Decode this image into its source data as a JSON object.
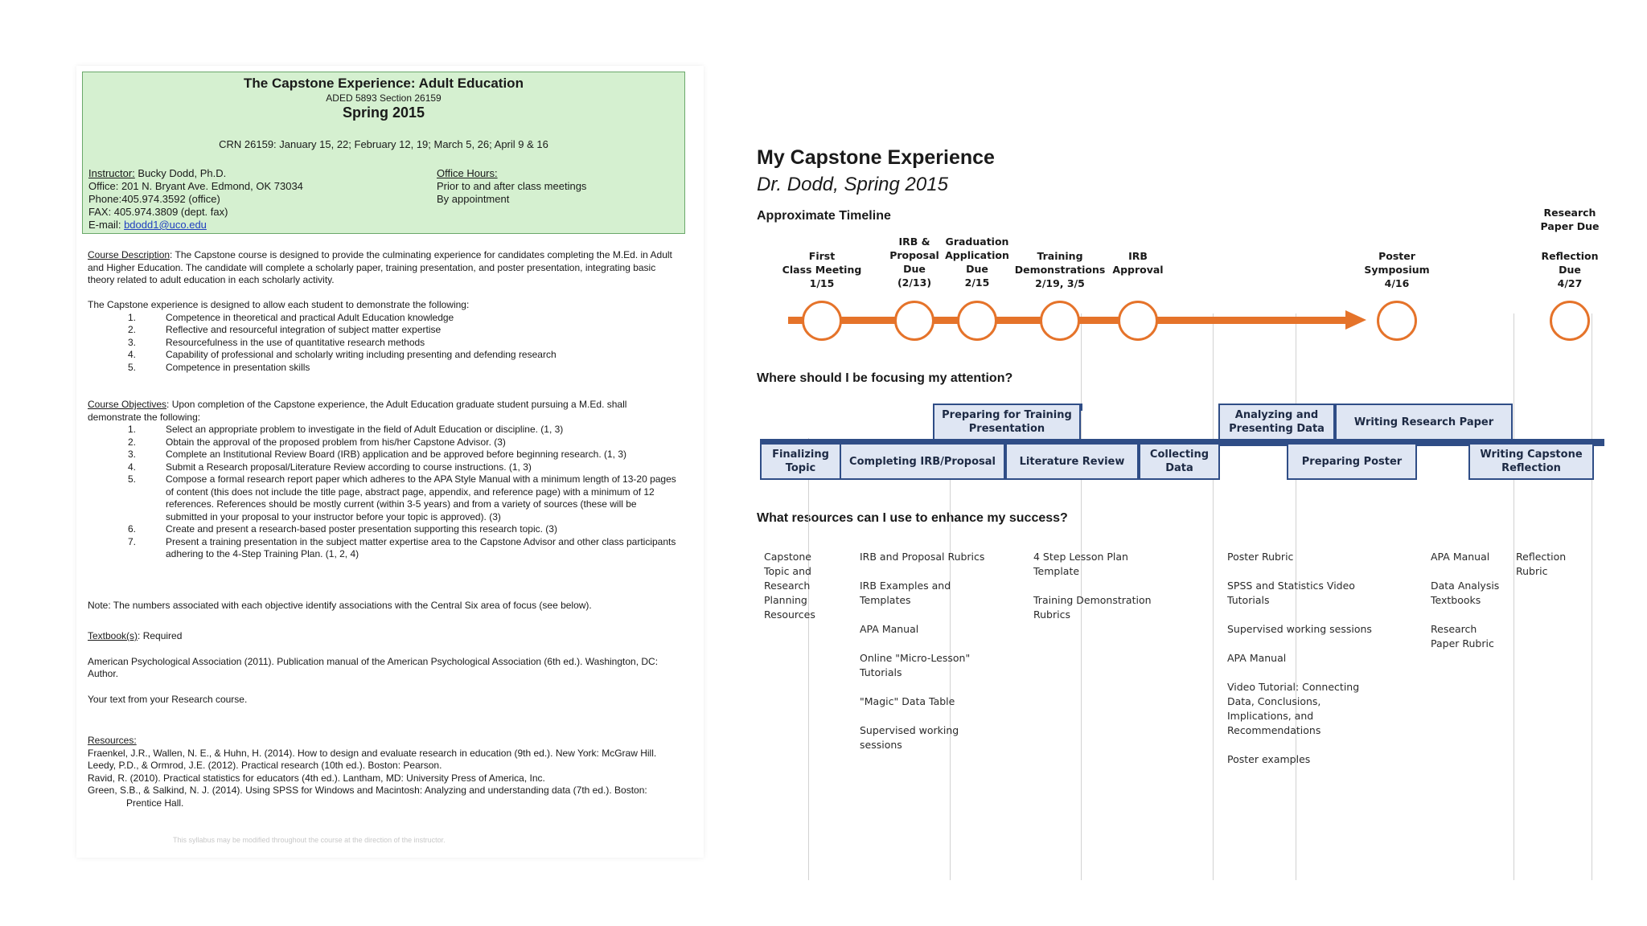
{
  "syllabus": {
    "title": "The Capstone Experience: Adult Education",
    "code": "ADED 5893     Section 26159",
    "term": "Spring  2015",
    "crn_line": "CRN 26159: January 15, 22; February 12, 19; March 5, 26; April 9 & 16",
    "instructor_label": "Instructor:",
    "instructor_name": " Bucky Dodd, Ph.D.",
    "office": "Office:  201 N. Bryant Ave. Edmond, OK 73034",
    "phone": "Phone:405.974.3592 (office)",
    "fax": "FAX:   405.974.3809 (dept. fax)",
    "email_label": "E-mail: ",
    "email": "bdodd1@uco.edu",
    "hours_label": "Office Hours:",
    "hours_1": "Prior to and after class meetings",
    "hours_2": "By appointment",
    "desc_label": "Course Description",
    "desc_text": ": The Capstone course is designed to provide the culminating experience for candidates completing the M.Ed. in Adult and Higher Education.  The candidate will complete a scholarly paper, training presentation, and poster presentation, integrating basic theory related to adult education in each scholarly activity.",
    "exp_intro": "The Capstone experience is designed to allow each student to demonstrate the following:",
    "exp_items": [
      {
        "n": "1.",
        "t": "Competence in theoretical and practical Adult Education knowledge"
      },
      {
        "n": "2.",
        "t": "Reflective and resourceful integration of subject matter expertise"
      },
      {
        "n": "3.",
        "t": "Resourcefulness in the use of quantitative research methods"
      },
      {
        "n": "4.",
        "t": "Capability of professional and scholarly writing including presenting and defending research"
      },
      {
        "n": "5.",
        "t": "Competence in presentation skills"
      }
    ],
    "obj_label": "Course Objectives",
    "obj_text": ": Upon completion of the Capstone experience, the Adult Education graduate student pursuing a M.Ed. shall demonstrate the following:",
    "obj_items": [
      {
        "n": "1.",
        "t": "Select an appropriate problem to investigate in the field of Adult Education or discipline. (1, 3)"
      },
      {
        "n": "2.",
        "t": "Obtain the approval of the proposed problem from his/her Capstone Advisor. (3)"
      },
      {
        "n": "3.",
        "t": "Complete an Institutional Review Board (IRB) application and be approved before beginning research. (1, 3)"
      },
      {
        "n": "4.",
        "t": "Submit a Research proposal/Literature Review according to course instructions. (1, 3)"
      },
      {
        "n": "5.",
        "t": "Compose a formal research report paper which adheres to the APA Style Manual with a minimum length of 13-20 pages of content (this does not include the title page, abstract page, appendix, and reference page) with a minimum of 12 references. References should be mostly current (within 3-5 years) and from a variety of sources (these will be submitted in your proposal to your instructor before your topic is approved). (3)"
      },
      {
        "n": "6.",
        "t": "Create and present a research-based poster presentation supporting this research topic. (3)"
      },
      {
        "n": "7.",
        "t": "Present a training presentation in the subject matter expertise area to the Capstone Advisor and other class participants adhering to the 4-Step Training Plan. (1, 2, 4)"
      }
    ],
    "note": "Note: The numbers associated with each objective identify associations with the Central Six area of focus (see below).",
    "textbook_label": "Textbook(s)",
    "textbook_req": ":  Required",
    "apa_ref": "American Psychological Association (2011). Publication manual of the American Psychological Association (6th ed.). Washington, DC: Author.",
    "text_from": "Your text from your Research course.",
    "resources_label": "Resources:",
    "resources": [
      "Fraenkel, J.R., Wallen, N. E., & Huhn, H. (2014). How to design and evaluate research in education (9th ed.). New York: McGraw Hill.",
      "Leedy, P.D., & Ormrod, J.E. (2012). Practical research (10th ed.). Boston: Pearson.",
      "Ravid, R. (2010). Practical statistics for educators (4th ed.). Lantham, MD: University Press of America, Inc.",
      "Green, S.B., & Salkind, N. J. (2014). Using SPSS for Windows and Macintosh: Analyzing and understanding data (7th ed.). Boston: Prentice Hall."
    ],
    "footnote": "This syllabus may be modified throughout the course at the direction of the instructor."
  },
  "slide": {
    "title": "My Capstone Experience",
    "subtitle": "Dr. Dodd, Spring 2015",
    "timeline_heading": "Approximate Timeline",
    "focus_heading": "Where should I be focusing my attention?",
    "resources_heading": "What resources can I use to enhance my success?",
    "milestones": {
      "first": [
        "First",
        "Class Meeting",
        "1/15"
      ],
      "irb_proposal": [
        "IRB &",
        "Proposal",
        "Due",
        "(2/13)"
      ],
      "graduation": [
        "Graduation",
        "Application",
        "Due",
        "2/15"
      ],
      "training": [
        "Training",
        "Demonstrations",
        "2/19, 3/5"
      ],
      "irb_approval": [
        "IRB",
        "Approval"
      ],
      "poster": [
        "Poster",
        "Symposium",
        "4/16"
      ],
      "research": [
        "Research",
        "Paper Due"
      ],
      "reflection": [
        "Reflection",
        "Due",
        "4/27"
      ]
    },
    "focus": {
      "preparing_training": "Preparing for Training Presentation",
      "analyzing": "Analyzing and Presenting Data",
      "writing_paper": "Writing Research Paper",
      "finalizing": "Finalizing Topic",
      "irb": "Completing IRB/Proposal",
      "lit_review": "Literature Review",
      "collecting": "Collecting Data",
      "poster": "Preparing Poster",
      "reflection": "Writing Capstone Reflection"
    },
    "resources": {
      "col1": [
        "Capstone Topic and Research Planning Resources"
      ],
      "col2": [
        "IRB and Proposal Rubrics",
        "IRB Examples and Templates",
        "APA Manual",
        "Online \"Micro-Lesson\" Tutorials",
        "\"Magic\" Data Table",
        "Supervised working sessions"
      ],
      "col3": [
        "4 Step Lesson Plan Template",
        "Training Demonstration Rubrics"
      ],
      "col4": [
        "Poster Rubric",
        "SPSS and Statistics Video Tutorials",
        "Supervised working sessions",
        "APA Manual",
        "Video Tutorial: Connecting Data, Conclusions, Implications, and Recommendations",
        "Poster examples"
      ],
      "col5": [
        "APA Manual",
        "Data Analysis Textbooks",
        "Research Paper Rubric"
      ],
      "col6": [
        "Reflection Rubric"
      ]
    },
    "colors": {
      "accent": "#e5732a",
      "navy": "#2f4d86",
      "box_fill": "#dfe6f3",
      "header_green": "#d5f0d0"
    }
  }
}
